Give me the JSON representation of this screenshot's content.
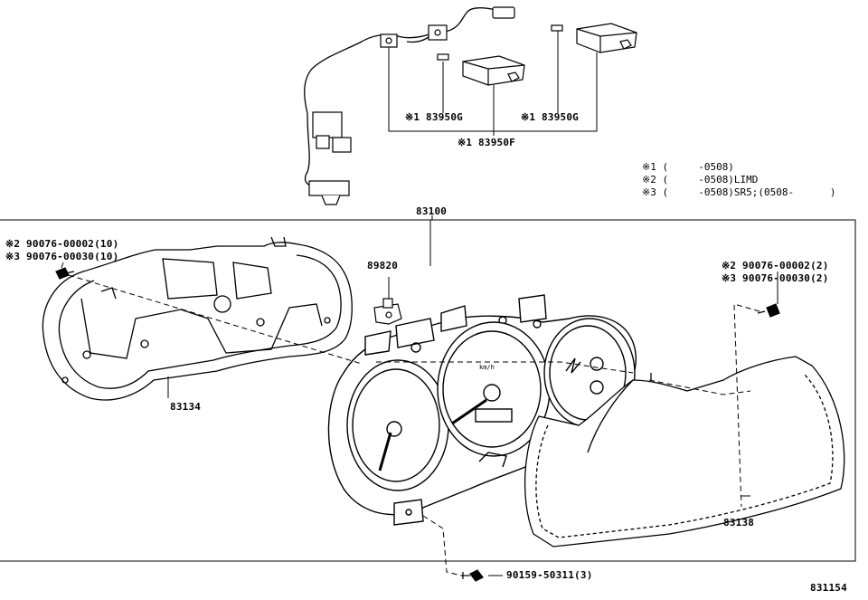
{
  "labels": {
    "p83950g_left": "※1 83950G",
    "p83950g_right": "※1 83950G",
    "p83950f": "※1 83950F",
    "p83100": "83100",
    "p89820": "89820",
    "p83134": "83134",
    "p83138": "83138",
    "screws_left_1": "※2 90076-00002(10)",
    "screws_left_2": "※3 90076-00030(10)",
    "screws_right_1": "※2 90076-00002(2)",
    "screws_right_2": "※3 90076-00030(2)",
    "screw_bottom": "90159-50311(3)",
    "figure_number": "831154"
  },
  "notes": [
    "※1 (     -0508)",
    "※2 (     -0508)LIMD",
    "※3 (     -0508)SR5;(0508-      )"
  ],
  "gauge_text": {
    "speed_unit": "km/h"
  }
}
